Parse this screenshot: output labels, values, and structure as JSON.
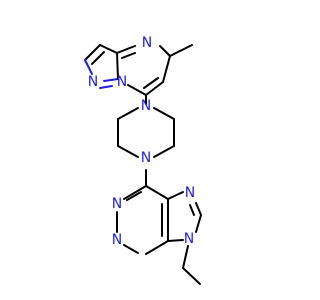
{
  "atoms": {
    "n_pyrimidine_top": "N",
    "n_pyrazole_left": "N",
    "n_bridgehead": "N",
    "n_piperazine_top": "N",
    "n_piperazine_bottom": "N",
    "n_purine_1": "N",
    "n_purine_3": "N",
    "n_purine_7": "N",
    "n_purine_9": "N"
  },
  "colors": {
    "bond": "#000000",
    "heteroatom": "#1f1fe6",
    "background": "#ffffff"
  }
}
